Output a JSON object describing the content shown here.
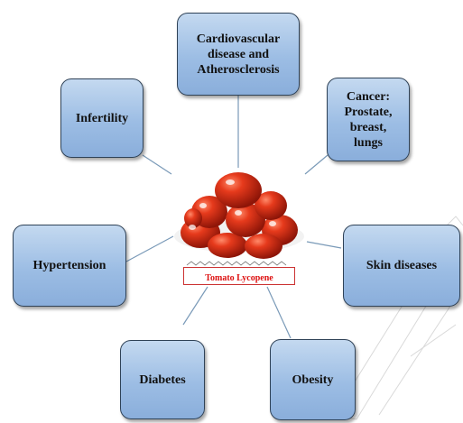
{
  "diagram": {
    "center_label": "Tomato Lycopene",
    "nodes": {
      "cardio": "Cardiovascular\ndisease and\nAtherosclerosis",
      "infertility": "Infertility",
      "cancer": "Cancer:\nProstate,\nbreast,\nlungs",
      "hypertension": "Hypertension",
      "skin": "Skin diseases",
      "diabetes": "Diabetes",
      "obesity": "Obesity"
    },
    "colors": {
      "node_fill": "#9cbde4",
      "node_border": "#2f4257",
      "connector": "#7a9ab8",
      "tomato": "#d42a12",
      "label_text": "#dd1111"
    }
  }
}
